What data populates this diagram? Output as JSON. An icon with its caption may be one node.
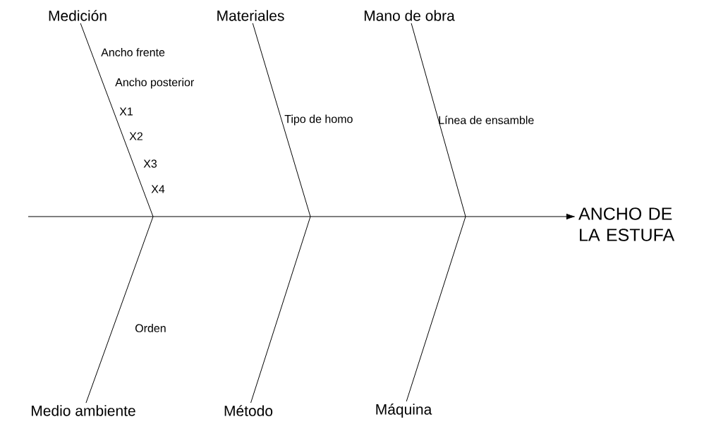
{
  "diagram": {
    "nodes": [
      {
        "text": [
          "Medición"
        ]
      },
      {
        "text": [
          "Materiales"
        ]
      },
      {
        "text": [
          "Mano de obra"
        ]
      },
      {
        "text": [
          "ANCHO DE LA ESTUFA"
        ]
      },
      {
        "text": [
          "Medio ambiente"
        ]
      },
      {
        "text": [
          "Método"
        ]
      },
      {
        "text": [
          "Máquina"
        ]
      }
    ],
    "edges": [
      {
        "from": null,
        "to": 3,
        "arrow": "to"
      },
      {
        "from": 0,
        "to": null,
        "arrow": "none"
      },
      {
        "from": 1,
        "to": null,
        "arrow": "none"
      },
      {
        "from": 2,
        "to": null,
        "arrow": "none"
      },
      {
        "from": 4,
        "to": null,
        "arrow": "none"
      },
      {
        "from": 5,
        "to": null,
        "arrow": "none"
      },
      {
        "from": 6,
        "to": null,
        "arrow": "none"
      }
    ],
    "labels": [
      "Ancho frente",
      "Ancho posterior",
      "X1",
      "X2",
      "X3",
      "X4",
      "Tipo de homo",
      "Línea de ensamble",
      "Orden"
    ]
  }
}
